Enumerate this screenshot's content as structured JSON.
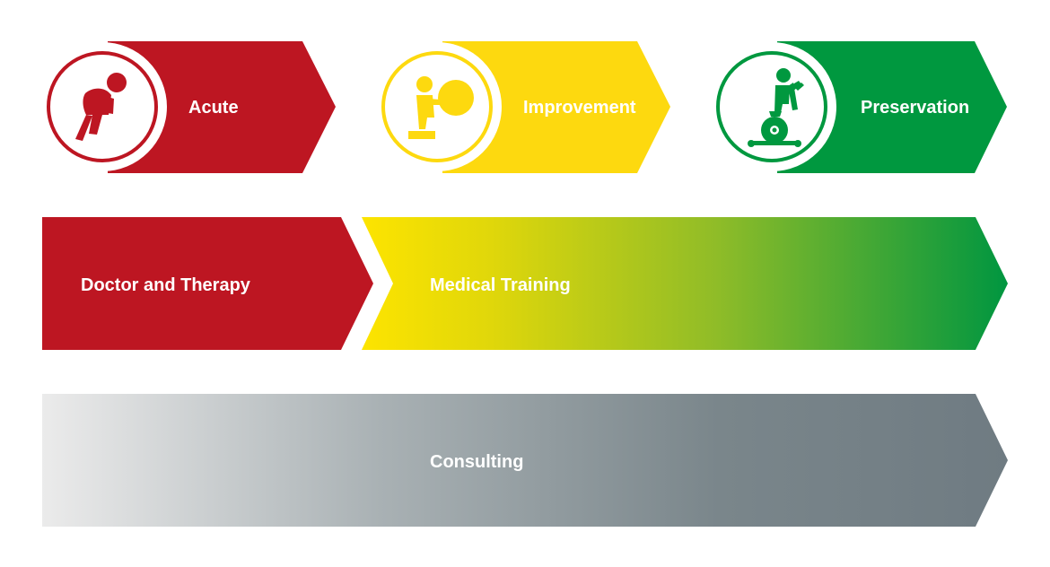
{
  "phases": [
    {
      "label": "Acute",
      "color": "#bd1622",
      "icon": "hunched-person-icon"
    },
    {
      "label": "Improvement",
      "color": "#fdd90f",
      "icon": "person-with-exercise-ball-icon"
    },
    {
      "label": "Preservation",
      "color": "#00983f",
      "icon": "person-on-exercise-bike-icon"
    }
  ],
  "services": {
    "doctor_therapy": {
      "label": "Doctor and Therapy",
      "color": "#bd1622"
    },
    "medical_training": {
      "label": "Medical Training",
      "gradient": [
        "#fde400",
        "#009640"
      ]
    },
    "consulting": {
      "label": "Consulting",
      "gradient": [
        "#ebebeb",
        "#6f7b82"
      ]
    }
  }
}
